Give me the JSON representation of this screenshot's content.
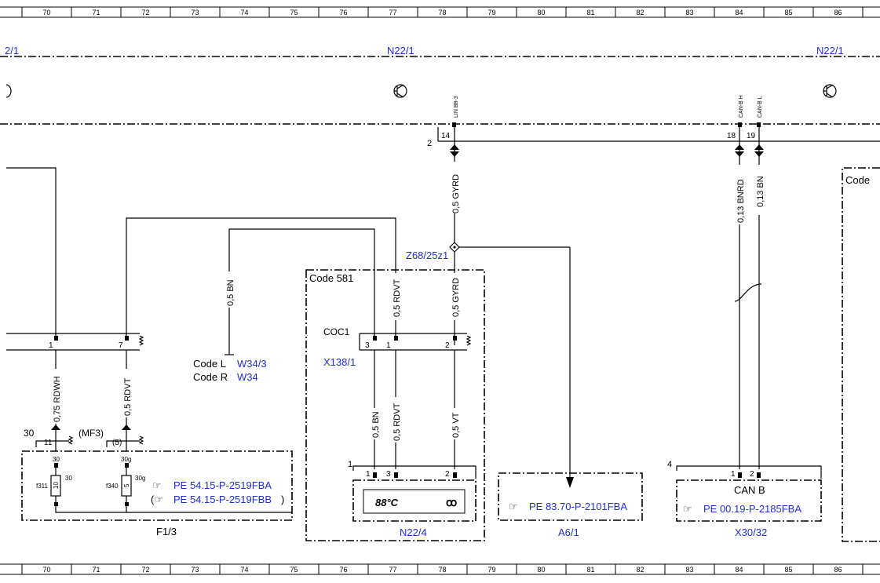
{
  "colors": {
    "link": "#1f2fd6",
    "line": "#000000"
  },
  "grid": {
    "columns": [
      "70",
      "71",
      "72",
      "73",
      "74",
      "75",
      "76",
      "77",
      "78",
      "79",
      "80",
      "81",
      "82",
      "83",
      "84",
      "85",
      "86"
    ]
  },
  "refs": {
    "n22_1_left": "2/1",
    "n22_1_center": "N22/1",
    "n22_1_right": "N22/1",
    "z68": "Z68/25z1",
    "x138": "X138/1",
    "w34_3": "W34/3",
    "w34": "W34",
    "n22_4": "N22/4",
    "a6_1": "A6/1",
    "x30_32": "X30/32"
  },
  "labels": {
    "lin": "LIN B8-3",
    "canh": "CAN-B H",
    "canl": "CAN-B L",
    "code581": "Code 581",
    "code_right": "Code",
    "coc1": "COC1",
    "code_l": "Code L",
    "code_r": "Code R",
    "f1_3": "F1/3",
    "mf3": "(MF3)",
    "can_b": "CAN B",
    "display": "88°C",
    "fan": "ꝏ"
  },
  "pins": {
    "p14": "14",
    "p18": "18",
    "p19": "19",
    "p2": "2",
    "x138_3": "3",
    "x138_1": "1",
    "x138_2": "2",
    "f1": "1",
    "f7": "7",
    "n224_1": "1",
    "n224_3": "3",
    "n224_2": "2",
    "n224_box": "1",
    "can_1": "1",
    "can_2": "2",
    "can_box": "4",
    "p30": "30",
    "p11": "11",
    "p5": "(5)",
    "f30a": "30",
    "f30g": "30g",
    "f30b": "30",
    "f30g2": "30g",
    "f311": "f311",
    "f340": "f340",
    "fuse10": "10",
    "fuse5": "5"
  },
  "wires": {
    "gyrd_top": "0,5 GYRD",
    "bnrd": "0,13 BNRD",
    "bn013": "0,13 BN",
    "bn05": "0,5 BN",
    "rdvt_top": "0,5 RDVT",
    "gyrd_mid": "0,5 GYRD",
    "rdwh": "0,75 RDWH",
    "rdvt_left": "0,5 RDVT",
    "bn_low": "0,5 BN",
    "rdvt_low": "0,5 RDVT",
    "vt_low": "0,5 VT"
  },
  "pe_refs": {
    "fba": "PE 54.15-P-2519FBA",
    "fbb": "PE 54.15-P-2519FBB",
    "a61": "PE 83.70-P-2101FBA",
    "can": "PE 00.19-P-2185FBA"
  }
}
